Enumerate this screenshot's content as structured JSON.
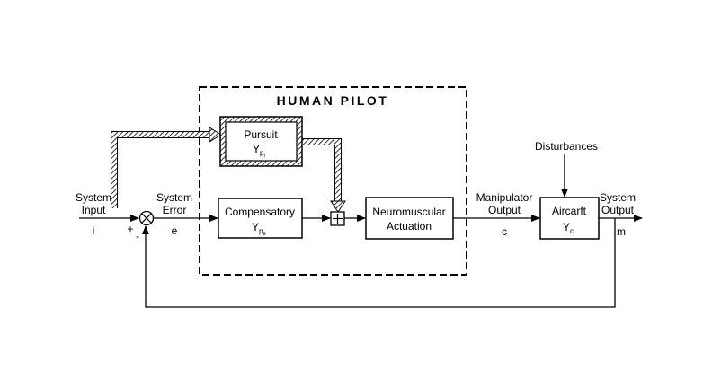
{
  "group_title": "HUMAN PILOT",
  "inputs": {
    "system_input_line1": "System",
    "system_input_line2": "Input",
    "input_symbol": "i",
    "plus_sign": "+",
    "minus_sign": "-"
  },
  "error": {
    "line1": "System",
    "line2": "Error",
    "symbol": "e"
  },
  "blocks": {
    "pursuit": {
      "label": "Pursuit",
      "symbol": "Y",
      "sub1": "p",
      "sub2": "i"
    },
    "compensatory": {
      "label": "Compensatory",
      "symbol": "Y",
      "sub1": "p",
      "sub2": "e"
    },
    "neuromuscular": {
      "line1": "Neuromuscular",
      "line2": "Actuation"
    },
    "aircraft": {
      "label": "Aircarft",
      "symbol": "Y",
      "sub": "c"
    }
  },
  "manipulator": {
    "line1": "Manipulator",
    "line2": "Output",
    "symbol": "c"
  },
  "disturbances": "Disturbances",
  "output": {
    "line1": "System",
    "line2": "Output",
    "symbol": "m"
  }
}
